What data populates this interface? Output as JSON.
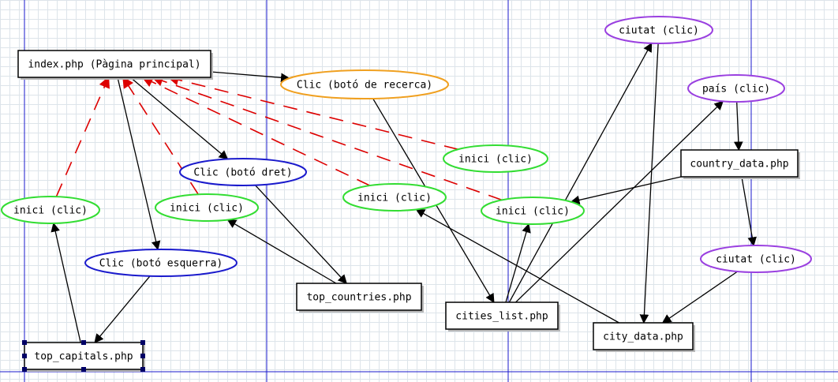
{
  "diagram": {
    "nodes": [
      {
        "id": "index",
        "shape": "rect",
        "text": "index.php (Pàgina principal)",
        "border": "#000000"
      },
      {
        "id": "top_capitals",
        "shape": "rect",
        "text": "top_capitals.php",
        "border": "#000000",
        "selected": true
      },
      {
        "id": "top_countries",
        "shape": "rect",
        "text": "top_countries.php",
        "border": "#000000"
      },
      {
        "id": "cities_list",
        "shape": "rect",
        "text": "cities_list.php",
        "border": "#000000"
      },
      {
        "id": "city_data",
        "shape": "rect",
        "text": "city_data.php",
        "border": "#000000"
      },
      {
        "id": "country_data",
        "shape": "rect",
        "text": "country_data.php",
        "border": "#000000"
      },
      {
        "id": "clic_recerca",
        "shape": "ellipse",
        "text": "Clic (botó de recerca)",
        "border": "#f0a020"
      },
      {
        "id": "clic_dret",
        "shape": "ellipse",
        "text": "Clic (botó dret)",
        "border": "#1a1acc"
      },
      {
        "id": "clic_esquerra",
        "shape": "ellipse",
        "text": "Clic (botó esquerra)",
        "border": "#1a1acc"
      },
      {
        "id": "inici_1",
        "shape": "ellipse",
        "text": "inici (clic)",
        "border": "#33dd33"
      },
      {
        "id": "inici_2",
        "shape": "ellipse",
        "text": "inici (clic)",
        "border": "#33dd33"
      },
      {
        "id": "inici_3",
        "shape": "ellipse",
        "text": "inici (clic)",
        "border": "#33dd33"
      },
      {
        "id": "inici_4",
        "shape": "ellipse",
        "text": "inici (clic)",
        "border": "#33dd33"
      },
      {
        "id": "inici_5",
        "shape": "ellipse",
        "text": "inici (clic)",
        "border": "#33dd33"
      },
      {
        "id": "ciutat_1",
        "shape": "ellipse",
        "text": "ciutat (clic)",
        "border": "#9a40e0"
      },
      {
        "id": "ciutat_2",
        "shape": "ellipse",
        "text": "ciutat (clic)",
        "border": "#9a40e0"
      },
      {
        "id": "pais",
        "shape": "ellipse",
        "text": "país (clic)",
        "border": "#9a40e0"
      }
    ],
    "edges": [
      {
        "from": "index",
        "to": "clic_recerca",
        "style": "solid"
      },
      {
        "from": "index",
        "to": "clic_dret",
        "style": "solid"
      },
      {
        "from": "index",
        "to": "clic_esquerra",
        "style": "solid"
      },
      {
        "from": "clic_recerca",
        "to": "cities_list",
        "style": "solid"
      },
      {
        "from": "clic_dret",
        "to": "top_countries",
        "style": "solid"
      },
      {
        "from": "clic_esquerra",
        "to": "top_capitals",
        "style": "solid"
      },
      {
        "from": "top_capitals",
        "to": "inici_1",
        "style": "solid"
      },
      {
        "from": "top_countries",
        "to": "inici_2",
        "style": "solid"
      },
      {
        "from": "cities_list",
        "to": "inici_5",
        "style": "solid"
      },
      {
        "from": "cities_list",
        "to": "ciutat_1",
        "style": "solid"
      },
      {
        "from": "cities_list",
        "to": "pais",
        "style": "solid"
      },
      {
        "from": "ciutat_1",
        "to": "city_data",
        "style": "solid"
      },
      {
        "from": "pais",
        "to": "country_data",
        "style": "solid"
      },
      {
        "from": "country_data",
        "to": "inici_5",
        "style": "solid"
      },
      {
        "from": "country_data",
        "to": "ciutat_2",
        "style": "solid"
      },
      {
        "from": "ciutat_2",
        "to": "city_data",
        "style": "solid"
      },
      {
        "from": "city_data",
        "to": "inici_3",
        "style": "solid"
      },
      {
        "from": "inici_1",
        "to": "index",
        "style": "dashed"
      },
      {
        "from": "inici_2",
        "to": "index",
        "style": "dashed"
      },
      {
        "from": "inici_3",
        "to": "index",
        "style": "dashed"
      },
      {
        "from": "inici_4",
        "to": "index",
        "style": "dashed"
      },
      {
        "from": "inici_5",
        "to": "index",
        "style": "dashed"
      }
    ]
  },
  "colors": {
    "grid": "#dde4ea",
    "guide": "#1a1acc",
    "solid_edge": "#000000",
    "dashed_edge": "#dd0000",
    "port": "#6a6acc"
  }
}
